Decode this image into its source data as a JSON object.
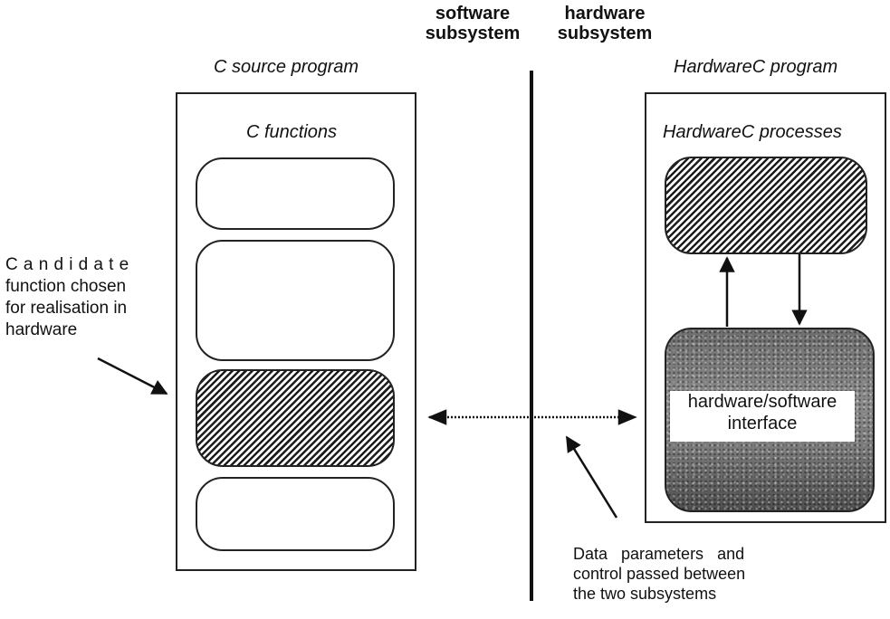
{
  "headers": {
    "software": "software\nsubsystem",
    "hardware": "hardware\nsubsystem"
  },
  "software_side": {
    "program_label": "C source program",
    "group_label": "C functions",
    "candidate_note": [
      "Candidate",
      "function chosen",
      "for realisation in",
      "hardware"
    ]
  },
  "hardware_side": {
    "program_label": "HardwareC program",
    "group_label": "HardwareC processes",
    "interface_label": "hardware/software\ninterface"
  },
  "data_note": [
    "Data   parameters   and",
    "control passed between",
    "the two subsystems"
  ]
}
